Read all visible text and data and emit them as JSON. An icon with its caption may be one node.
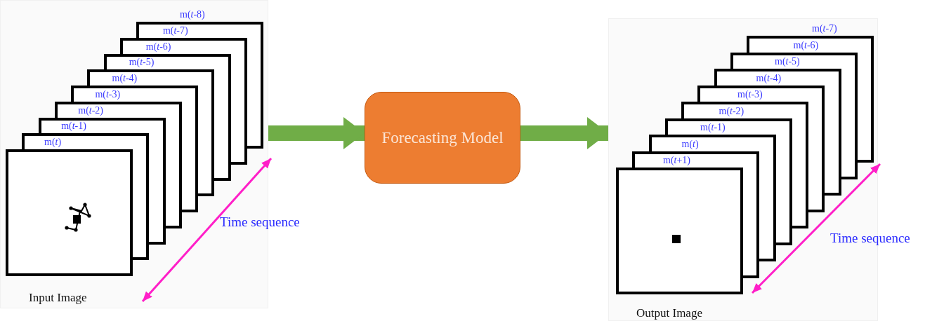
{
  "diagram": {
    "nodes": [
      {
        "text": [
          "Input Image"
        ]
      },
      {
        "text": [
          "m(*t*-8)"
        ],
        "in": 0
      },
      {
        "text": [
          "m(*t*-7)"
        ],
        "in": 0
      },
      {
        "text": [
          "m(*t*-6)"
        ],
        "in": 0
      },
      {
        "text": [
          "m(*t*-5)"
        ],
        "in": 0
      },
      {
        "text": [
          "m(*t*-4)"
        ],
        "in": 0
      },
      {
        "text": [
          "m(*t*-3)"
        ],
        "in": 0
      },
      {
        "text": [
          "m(*t*-2)"
        ],
        "in": 0
      },
      {
        "text": [
          "m(*t*-1)"
        ],
        "in": 0
      },
      {
        "text": [
          "m(*t*)"
        ],
        "in": 0
      },
      {
        "text": [
          "Forecasting Model"
        ]
      },
      {
        "text": [
          "Output Image"
        ]
      },
      {
        "text": [
          "m(*t*-7)"
        ],
        "in": 11
      },
      {
        "text": [
          "m(*t*-6)"
        ],
        "in": 11
      },
      {
        "text": [
          "m(*t*-5)"
        ],
        "in": 11
      },
      {
        "text": [
          "m(*t*-4)"
        ],
        "in": 11
      },
      {
        "text": [
          "m(*t*-3)"
        ],
        "in": 11
      },
      {
        "text": [
          "m(*t*-2)"
        ],
        "in": 11
      },
      {
        "text": [
          "m(*t*-1)"
        ],
        "in": 11
      },
      {
        "text": [
          "m(*t*)"
        ],
        "in": 11
      },
      {
        "text": [
          "m(*t*+1)"
        ],
        "in": 11
      }
    ],
    "edges": [
      {
        "from": 0,
        "to": 10,
        "arrow": "to",
        "color": "#70ad47"
      },
      {
        "from": 10,
        "to": 11,
        "arrow": "to",
        "color": "#70ad47"
      }
    ],
    "labels": [
      "Time sequence",
      "Time sequence"
    ]
  }
}
